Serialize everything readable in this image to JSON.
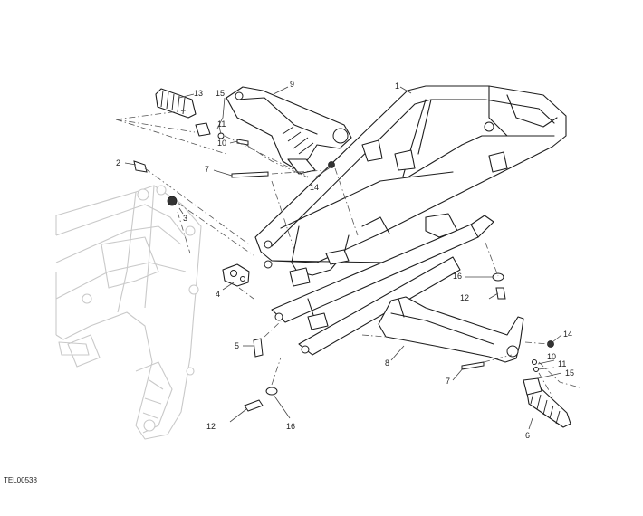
{
  "diagram": {
    "drawing_code": "TEL00538",
    "callouts": [
      "1",
      "2",
      "3",
      "4",
      "5",
      "6",
      "7",
      "8",
      "9",
      "10",
      "11",
      "12",
      "13",
      "14",
      "15",
      "16"
    ]
  }
}
